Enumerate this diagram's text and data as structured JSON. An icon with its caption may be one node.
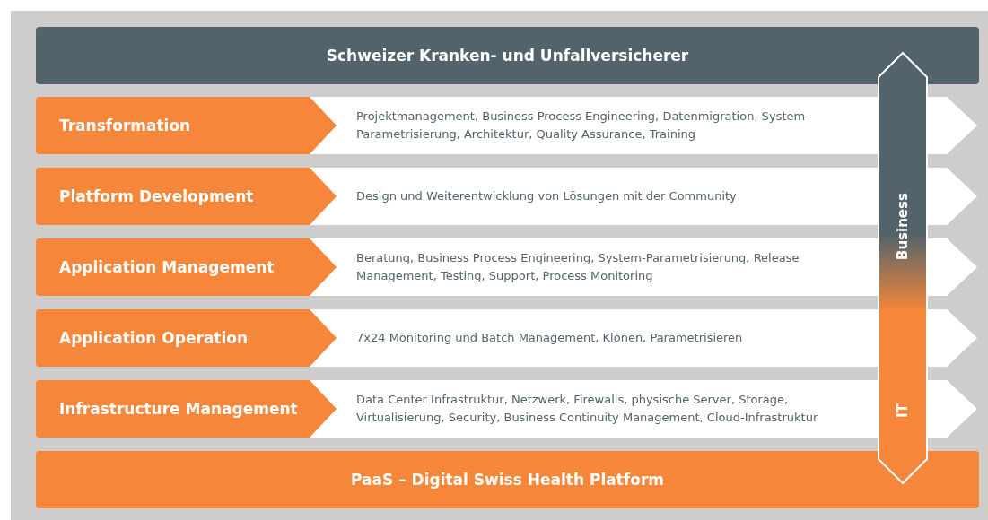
{
  "diagram": {
    "nodes": [
      {
        "text": [
          "Schweizer Kranken- und Unfallversicherer"
        ]
      },
      {
        "text": [
          "Transformation"
        ]
      },
      {
        "text": [
          "Projektmanagement, Business Process Engineering, Datenmigration, System-Parametrisierung, Architektur, Quality Assurance, Training"
        ]
      },
      {
        "text": [
          "Platform Development"
        ]
      },
      {
        "text": [
          "Design und Weiterentwicklung von Lösungen mit der Community"
        ]
      },
      {
        "text": [
          "Application Management"
        ]
      },
      {
        "text": [
          "Beratung, Business Process Engineering, System-Parametrisierung, Release Management, Testing, Support, Process Monitoring"
        ]
      },
      {
        "text": [
          "Application Operation"
        ]
      },
      {
        "text": [
          "7x24 Monitoring und Batch Management, Klonen, Parametrisieren"
        ]
      },
      {
        "text": [
          "Infrastructure Management"
        ]
      },
      {
        "text": [
          "Data Center Infrastruktur, Netzwerk, Firewalls, physische Server, Storage, Virtualisierung, Security, Business Continuity Management, Cloud-Infrastruktur"
        ]
      },
      {
        "text": [
          "PaaS – Digital Swiss Health Platform"
        ]
      },
      {
        "text": [
          "Business",
          "IT"
        ]
      }
    ],
    "edges": []
  }
}
